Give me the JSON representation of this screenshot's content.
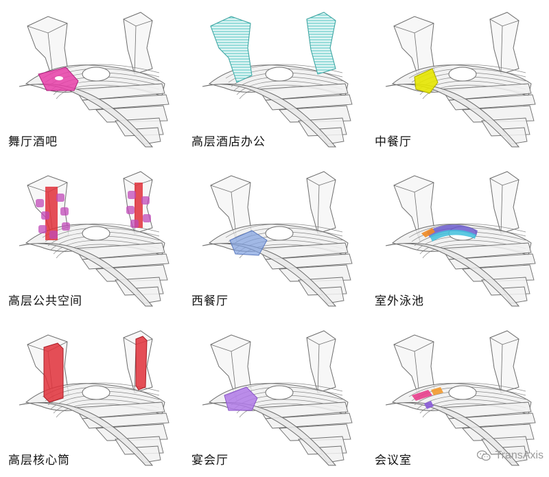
{
  "panels": [
    {
      "id": "p0",
      "label": "舞厅酒吧",
      "highlight": "dance-bar",
      "color": "#e83ea8"
    },
    {
      "id": "p1",
      "label": "高层酒店办公",
      "highlight": "towers-hatched",
      "color": "#4fc3c0"
    },
    {
      "id": "p2",
      "label": "中餐厅",
      "highlight": "chinese-restaurant",
      "color": "#e6e600"
    },
    {
      "id": "p3",
      "label": "高层公共空间",
      "highlight": "tower-public-space",
      "color": "#c04ab8"
    },
    {
      "id": "p4",
      "label": "西餐厅",
      "highlight": "western-restaurant",
      "color": "#7f9fe0"
    },
    {
      "id": "p5",
      "label": "室外泳池",
      "highlight": "outdoor-pool",
      "color": "#6a5acd"
    },
    {
      "id": "p6",
      "label": "高层核心筒",
      "highlight": "tower-core",
      "color": "#e0303a"
    },
    {
      "id": "p7",
      "label": "宴会厅",
      "highlight": "banquet-hall",
      "color": "#b07ae8"
    },
    {
      "id": "p8",
      "label": "会议室",
      "highlight": "meeting-rooms",
      "color": "#e83e8c"
    }
  ],
  "watermark": {
    "text": "TransAxis",
    "icon": "wechat-icon"
  }
}
